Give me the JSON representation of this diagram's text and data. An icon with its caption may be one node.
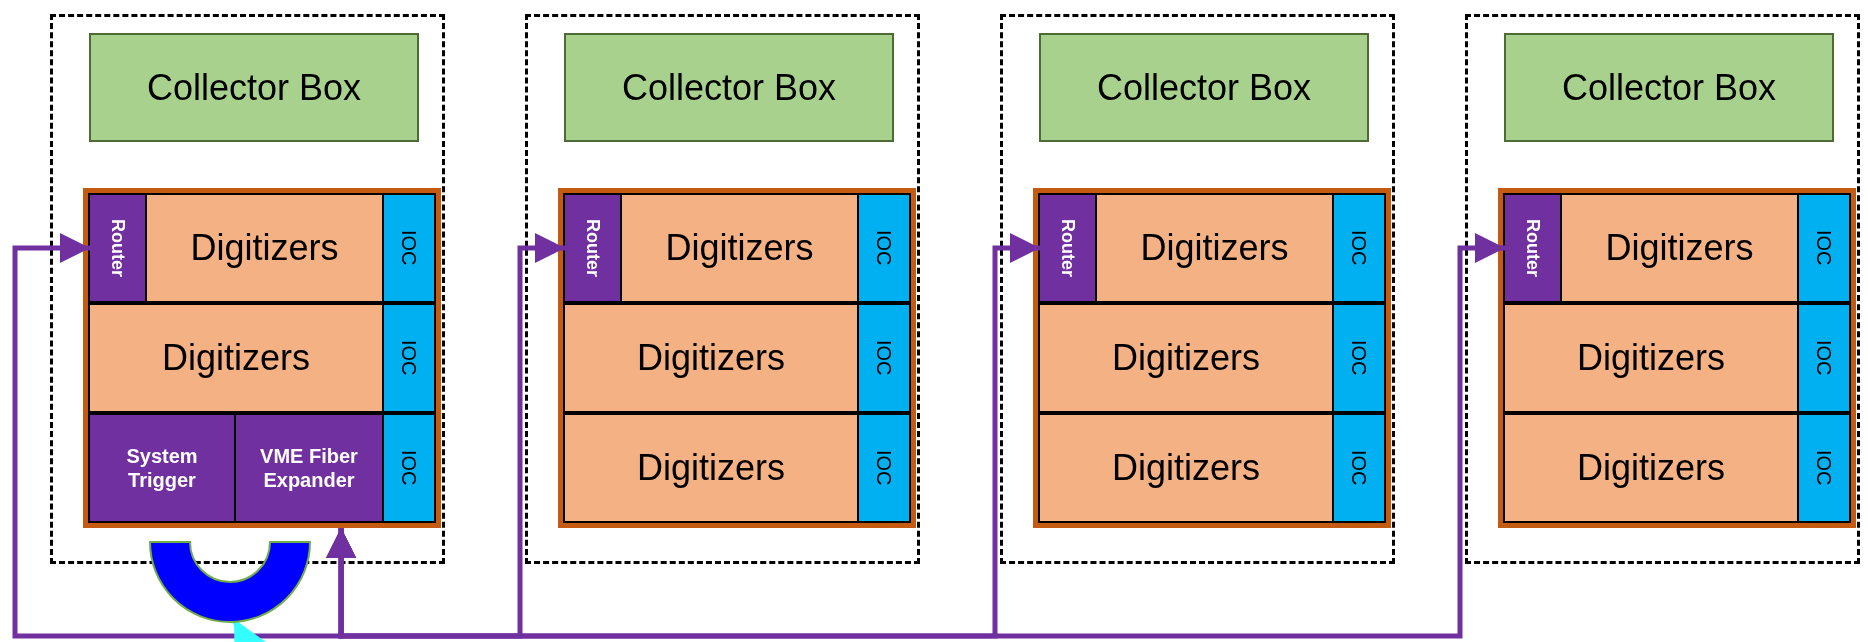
{
  "diagram": {
    "nodes": [
      {
        "text": [],
        "shape": "box"
      },
      {
        "text": [
          "Collector Box"
        ],
        "in": 0
      },
      {
        "text": [],
        "shape": "box",
        "in": 0
      },
      {
        "text": [
          "Router"
        ],
        "in": 2
      },
      {
        "text": [
          "Digitizers"
        ],
        "in": 2
      },
      {
        "text": [
          "IOC"
        ],
        "in": 2
      },
      {
        "text": [
          "Digitizers"
        ],
        "in": 2
      },
      {
        "text": [
          "IOC"
        ],
        "in": 2
      },
      {
        "text": [
          "System Trigger"
        ],
        "in": 2
      },
      {
        "text": [
          "VME Fiber Expander"
        ],
        "in": 2
      },
      {
        "text": [
          "IOC"
        ],
        "in": 2
      },
      {
        "text": [],
        "shape": "arc"
      },
      {
        "text": [],
        "shape": "box"
      },
      {
        "text": [
          "Collector Box"
        ],
        "in": 12
      },
      {
        "text": [],
        "shape": "box",
        "in": 12
      },
      {
        "text": [
          "Router"
        ],
        "in": 14
      },
      {
        "text": [
          "Digitizers"
        ],
        "in": 14
      },
      {
        "text": [
          "IOC"
        ],
        "in": 14
      },
      {
        "text": [
          "Digitizers"
        ],
        "in": 14
      },
      {
        "text": [
          "IOC"
        ],
        "in": 14
      },
      {
        "text": [
          "Digitizers"
        ],
        "in": 14
      },
      {
        "text": [
          "IOC"
        ],
        "in": 14
      },
      {
        "text": [],
        "shape": "box"
      },
      {
        "text": [
          "Collector Box"
        ],
        "in": 22
      },
      {
        "text": [],
        "shape": "box",
        "in": 22
      },
      {
        "text": [
          "Router"
        ],
        "in": 24
      },
      {
        "text": [
          "Digitizers"
        ],
        "in": 24
      },
      {
        "text": [
          "IOC"
        ],
        "in": 24
      },
      {
        "text": [
          "Digitizers"
        ],
        "in": 24
      },
      {
        "text": [
          "IOC"
        ],
        "in": 24
      },
      {
        "text": [
          "Digitizers"
        ],
        "in": 24
      },
      {
        "text": [
          "IOC"
        ],
        "in": 24
      },
      {
        "text": [],
        "shape": "box"
      },
      {
        "text": [
          "Collector Box"
        ],
        "in": 32
      },
      {
        "text": [],
        "shape": "box",
        "in": 32
      },
      {
        "text": [
          "Router"
        ],
        "in": 34
      },
      {
        "text": [
          "Digitizers"
        ],
        "in": 34
      },
      {
        "text": [
          "IOC"
        ],
        "in": 34
      },
      {
        "text": [
          "Digitizers"
        ],
        "in": 34
      },
      {
        "text": [
          "IOC"
        ],
        "in": 34
      },
      {
        "text": [
          "Digitizers"
        ],
        "in": 34
      },
      {
        "text": [
          "IOC"
        ],
        "in": 34
      }
    ],
    "edges": [
      {
        "from": 9,
        "to": 3,
        "arrow": "both"
      },
      {
        "from": 9,
        "to": 15,
        "arrow": "both"
      },
      {
        "from": 9,
        "to": 25,
        "arrow": "both"
      },
      {
        "from": 9,
        "to": 35,
        "arrow": "both"
      },
      {
        "from": null,
        "to": 11,
        "arrow": "to",
        "color": "#33ffff"
      }
    ]
  }
}
